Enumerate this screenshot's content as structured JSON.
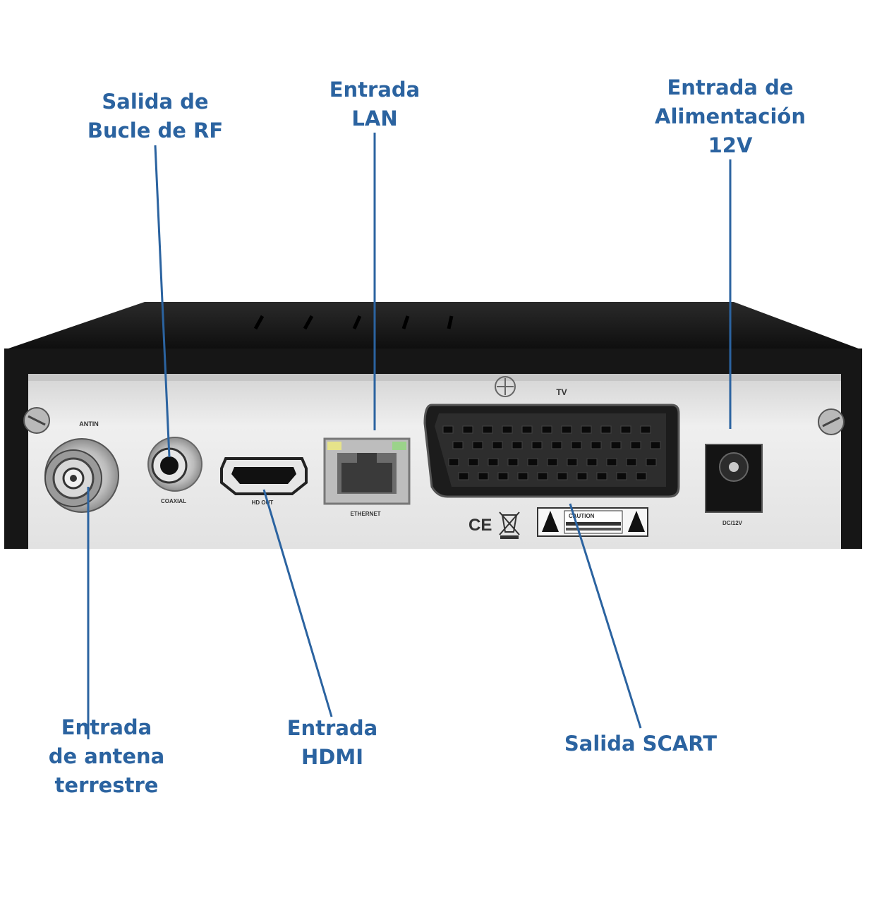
{
  "callouts": {
    "rf_loop": {
      "lines": [
        "Salida de",
        "Bucle de RF"
      ]
    },
    "lan": {
      "lines": [
        "Entrada",
        "LAN"
      ]
    },
    "power": {
      "lines": [
        "Entrada de",
        "Alimentación",
        "12V"
      ]
    },
    "antenna": {
      "lines": [
        "Entrada",
        "de antena",
        "terrestre"
      ]
    },
    "hdmi": {
      "lines": [
        "Entrada",
        "HDMI"
      ]
    },
    "scart": {
      "lines": [
        "Salida SCART"
      ]
    }
  },
  "panel_labels": {
    "antin": "ANTIN",
    "coaxial": "COAXIAL",
    "hdout": "HD OUT",
    "ethernet": "ETHERNET",
    "tv": "TV",
    "dc": "DC/12V",
    "ce": "CE",
    "caution": "CAUTION"
  },
  "colors": {
    "label": "#2b63a0",
    "leader": "#2b63a0",
    "chassis": "#1a1a1a",
    "panel": "#e9e9e9"
  },
  "icons": [
    "screw-icon",
    "weee-bin-icon",
    "warning-triangle-icon",
    "grounding-symbol-icon"
  ]
}
